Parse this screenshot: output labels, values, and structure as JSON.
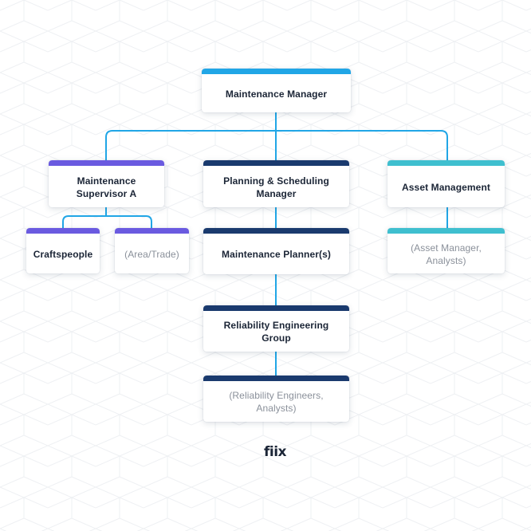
{
  "org_chart": {
    "top": {
      "title": "Maintenance Manager"
    },
    "branches": {
      "maintenance_supervisor": "Maintenance Supervisor A",
      "planning_scheduling": "Planning & Scheduling Manager",
      "asset_management": "Asset Management"
    },
    "supervisor_reports": {
      "craftspeople": "Craftspeople",
      "area_trade": "(Area/Trade)"
    },
    "planning_chain": {
      "maintenance_planners": "Maintenance Planner(s)",
      "reliability_group": "Reliability Engineering Group",
      "reliability_engineers": "(Reliability Engineers, Analysts)"
    },
    "asset_reports": {
      "asset_manager": "(Asset Manager, Analysts)"
    }
  },
  "colors": {
    "top_bar": "#21a6e6",
    "supervisor_bar": "#6a5ae0",
    "planning_bar": "#1a3a6e",
    "asset_bar": "#3fbfcf",
    "connector": "#21a6e6"
  },
  "logo": {
    "text": "fiix"
  }
}
